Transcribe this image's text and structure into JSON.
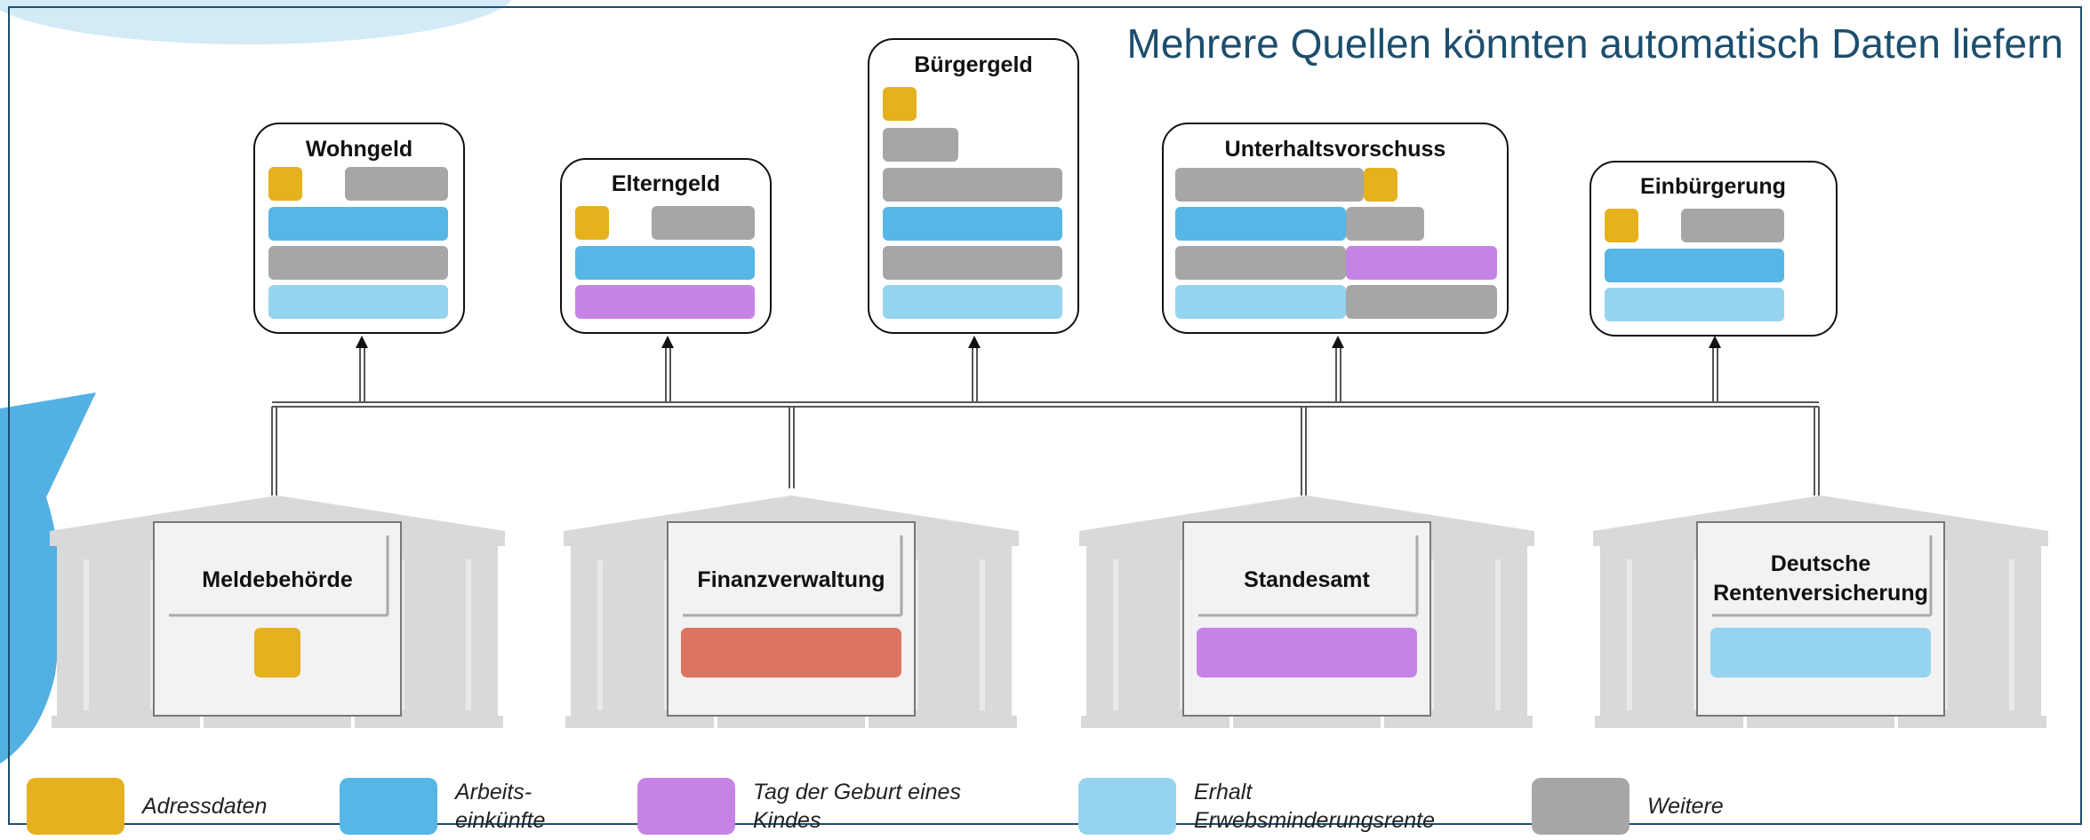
{
  "title": "Mehrere Quellen könnten automatisch Daten liefern",
  "colors": {
    "adress": "#e6b11f",
    "arbeit": "#56b6e6",
    "geburt": "#c683e6",
    "erwerb": "#96d3ee",
    "weitere": "#a6a6a6",
    "finanz": "#db7461",
    "frame": "#1c4e6e",
    "building": "#d9d9d9"
  },
  "services": [
    {
      "id": "wohngeld",
      "name": "Wohngeld"
    },
    {
      "id": "elterngeld",
      "name": "Elterngeld"
    },
    {
      "id": "buergergeld",
      "name": "Bürgergeld"
    },
    {
      "id": "unterhaltsvorschuss",
      "name": "Unterhaltsvorschuss"
    },
    {
      "id": "einbuergerung",
      "name": "Einbürgerung"
    }
  ],
  "authorities": [
    {
      "id": "meldebehoerde",
      "name": "Meldebehörde",
      "data": "adress"
    },
    {
      "id": "finanzverwaltung",
      "name": "Finanzverwaltung",
      "data": "finanz"
    },
    {
      "id": "standesamt",
      "name": "Standesamt",
      "data": "geburt"
    },
    {
      "id": "rentenversicherung",
      "name": "Deutsche\nRentenversicherung",
      "data": "erwerb"
    }
  ],
  "legend": [
    {
      "color": "adress",
      "label": "Adressdaten"
    },
    {
      "color": "arbeit",
      "label": "Arbeits-\neinkünfte"
    },
    {
      "color": "geburt",
      "label": "Tag der Geburt eines\nKindes"
    },
    {
      "color": "erwerb",
      "label": "Erhalt\nErwebsminderungsrente"
    },
    {
      "color": "weitere",
      "label": "Weitere"
    }
  ]
}
